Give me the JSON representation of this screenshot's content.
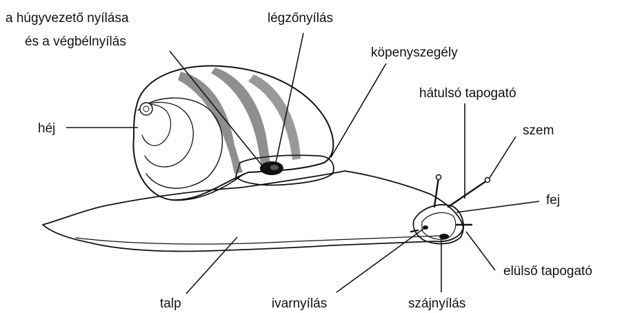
{
  "labels": {
    "urinary_anal_line1": "a húgyvezető nyílása",
    "urinary_anal_line2": "és a végbélnyílás",
    "breathing_pore": "légzőnyílás",
    "mantle_edge": "köpenyszegély",
    "rear_tentacle": "hátulsó tapogató",
    "shell": "héj",
    "eye": "szem",
    "head": "fej",
    "front_tentacle": "elülső tapogató",
    "foot": "talp",
    "genital_pore": "ivarnyílás",
    "mouth": "szájnyílás"
  }
}
